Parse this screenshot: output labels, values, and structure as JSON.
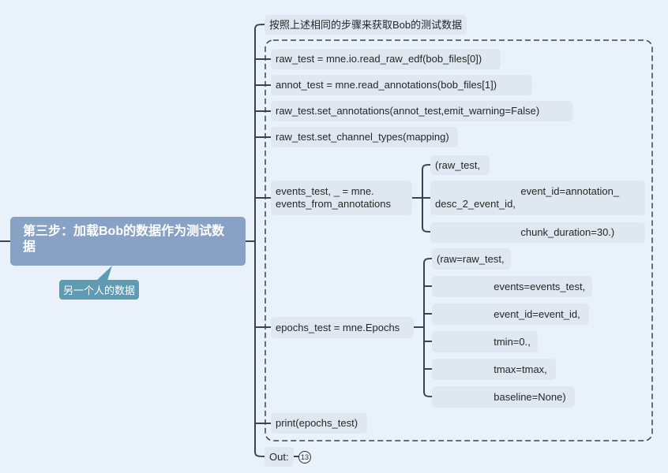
{
  "root": {
    "title": "第三步：加载Bob的数据作为测试数据",
    "callout": "另一个人的数据"
  },
  "nodes": {
    "intro": "按照上述相同的步骤来获取Bob的测试数据",
    "raw_test": "raw_test = mne.io.read_raw_edf(bob_files[0])",
    "annot_test": "annot_test = mne.read_annotations(bob_files[1])",
    "set_annotations": "raw_test.set_annotations(annot_test,emit_warning=False)",
    "set_channel_types": "raw_test.set_channel_types(mapping)",
    "events_test": "events_test, _ = mne.\nevents_from_annotations",
    "events_args": [
      "(raw_test,",
      "                              event_id=annotation_\ndesc_2_event_id,",
      "                              chunk_duration=30.)"
    ],
    "epochs_test": "epochs_test = mne.Epochs",
    "epochs_args": [
      "(raw=raw_test,",
      "                    events=events_test,",
      "                    event_id=event_id,",
      "                    tmin=0.,",
      "                    tmax=tmax,",
      "                    baseline=None)"
    ],
    "print_epochs": "print(epochs_test)",
    "out": "Out:"
  },
  "badge": "13",
  "colors": {
    "background": "#e9f1fa",
    "root": "#88a2c6",
    "callout": "#5f9bb3",
    "node": "#dfe7f0",
    "connector": "#3a4350"
  }
}
